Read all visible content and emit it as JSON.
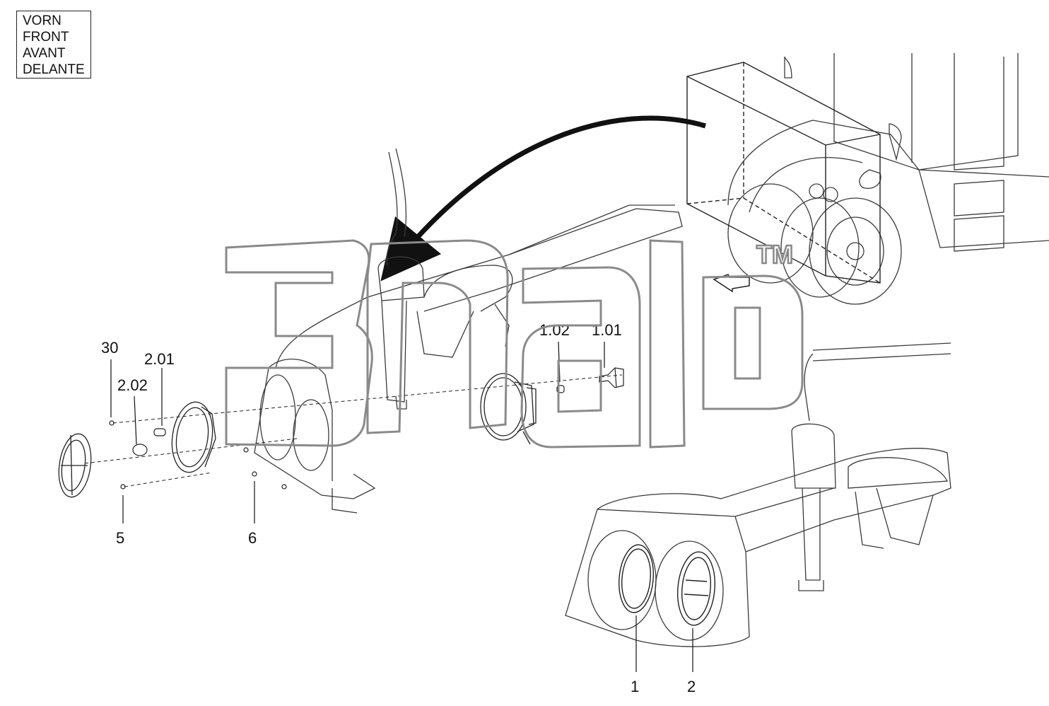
{
  "direction_box": {
    "lines": [
      "VORN",
      "FRONT",
      "AVANT",
      "DELANTE"
    ]
  },
  "callouts": {
    "c30": "30",
    "c201": "2.01",
    "c202": "2.02",
    "c5": "5",
    "c6": "6",
    "c102": "1.02",
    "c101": "1.01",
    "c1": "1",
    "c2": "2"
  },
  "watermark": {
    "tm": "TM"
  },
  "colors": {
    "line": "#3a3a3a",
    "watermark_stroke": "#8a8a8a",
    "background": "#ffffff"
  }
}
